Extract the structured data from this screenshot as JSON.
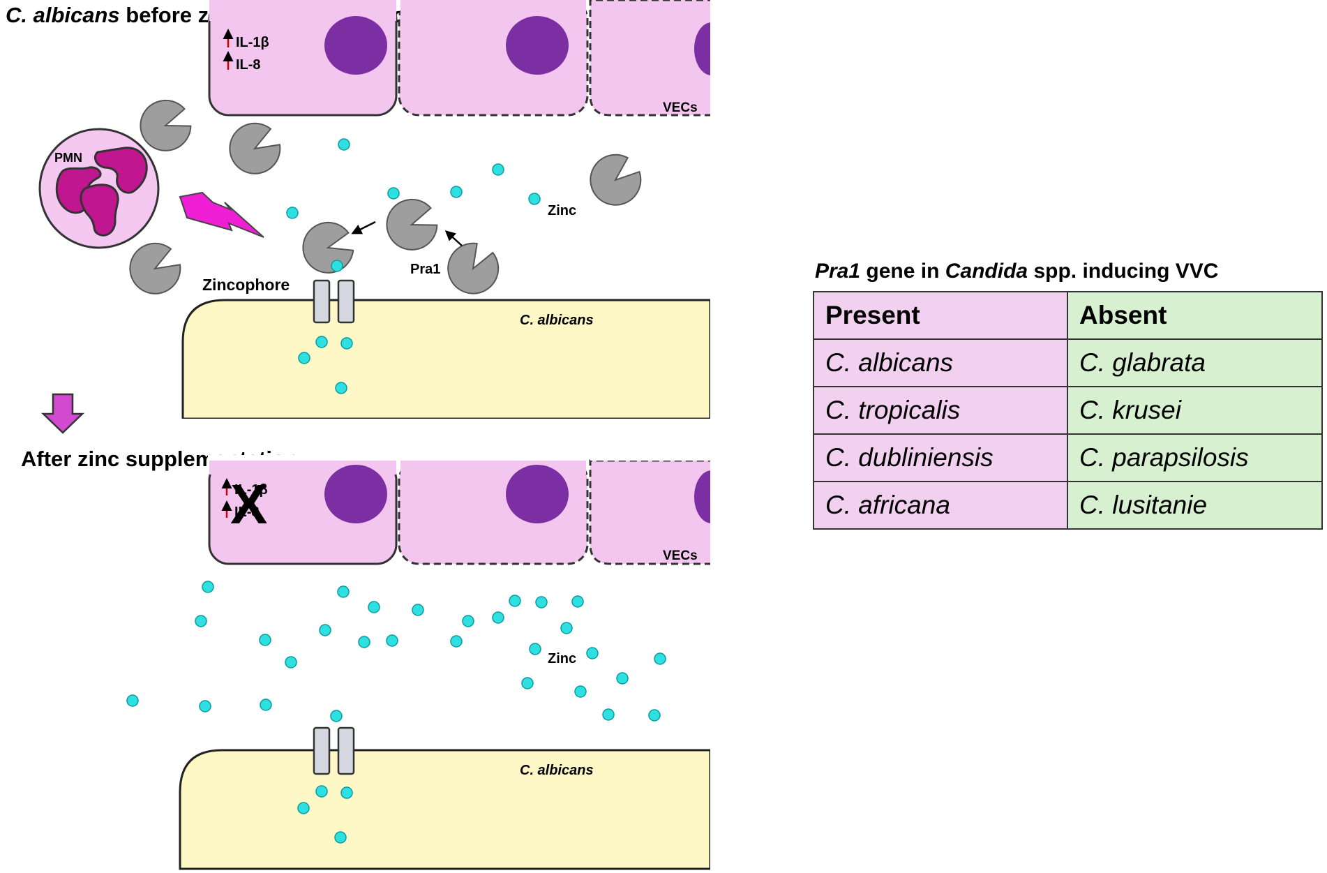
{
  "top_title": {
    "italic": "C. albicans",
    "rest": " before zinc supplementation"
  },
  "bottom_title": "After zinc supplementation",
  "labels": {
    "il1b": "IL-1β",
    "il8": "IL-8",
    "vecs": "VECs",
    "pmn": "PMN",
    "zinc": "Zinc",
    "pra1": "Pra1",
    "zincophore": "Zincophore",
    "c_albicans": "C. albicans",
    "x_mark": "X"
  },
  "colors": {
    "vec_fill": "#f2c6ee",
    "vec_border": "#333333",
    "nucleus": "#7b2fa3",
    "pmn_fill": "#f5c8f2",
    "pmn_nuclei": "#c0168f",
    "lightning": "#f01fd6",
    "protein": "#9e9e9e",
    "zinc_dot": "#2ee0e0",
    "cell_fill": "#fdf8c6",
    "transporter": "#d5d8e0",
    "arrow_down": "#d14ad0",
    "up_arrow": "#cc0000",
    "present_bg": "#f2d0f0",
    "absent_bg": "#d6f0d0"
  },
  "table": {
    "title": {
      "italic1": "Pra1",
      "mid": " gene in ",
      "italic2": "Candida",
      "end": " spp. inducing VVC"
    },
    "headers": {
      "present": "Present",
      "absent": "Absent"
    },
    "rows": [
      {
        "present": "C. albicans",
        "absent": "C. glabrata"
      },
      {
        "present": "C. tropicalis",
        "absent": "C. krusei"
      },
      {
        "present": "C. dubliniensis",
        "absent": "C. parapsilosis"
      },
      {
        "present": "C. africana",
        "absent": "C. lusitanie"
      }
    ]
  }
}
